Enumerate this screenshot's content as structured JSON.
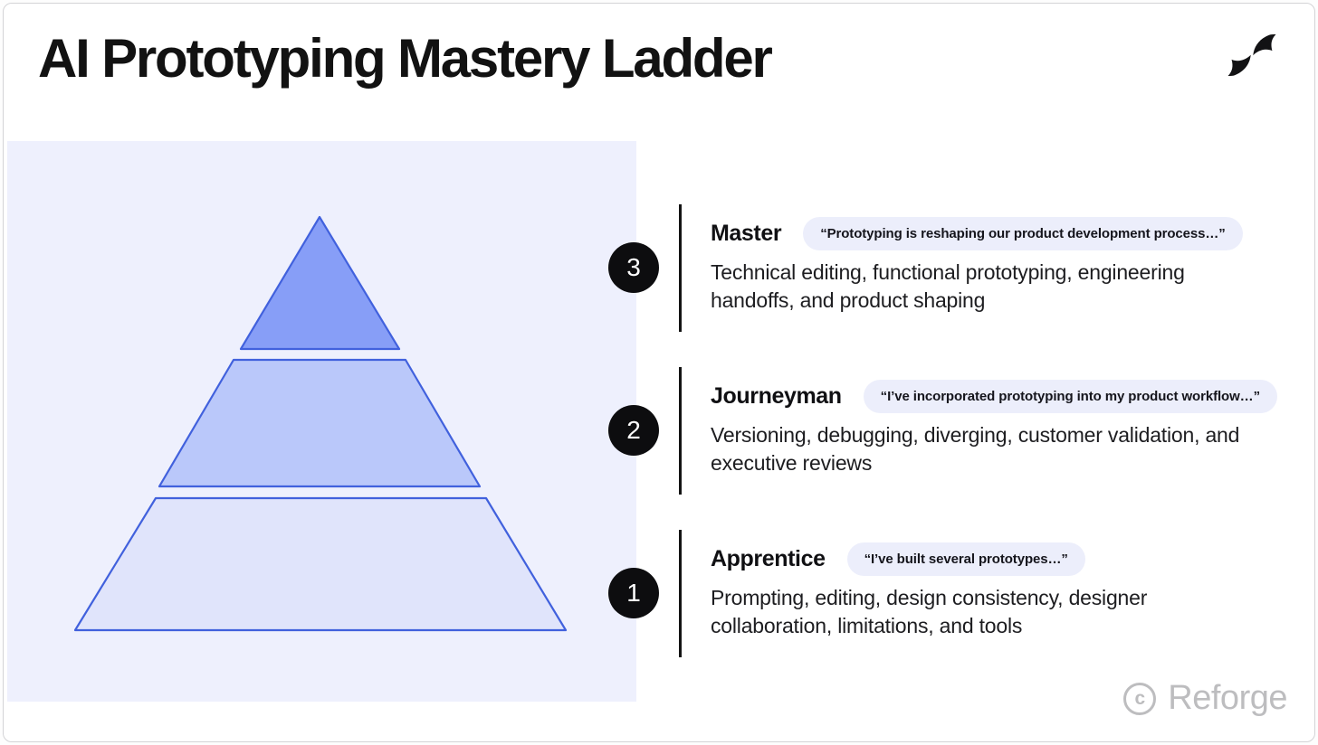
{
  "page": {
    "title": "AI Prototyping Mastery Ladder"
  },
  "colors": {
    "panel_bg": "#eef0fd",
    "pyramid_stroke": "#4161dd",
    "pill_bg": "#eceefb",
    "badge_bg": "#0d0d0f",
    "watermark_color": "#bdbdbf"
  },
  "pyramid": {
    "layers": [
      {
        "level": "3",
        "fill": "#879ef7"
      },
      {
        "level": "2",
        "fill": "#bac8fa"
      },
      {
        "level": "1",
        "fill": "#e0e4fb"
      }
    ]
  },
  "levels": [
    {
      "number": "3",
      "name": "Master",
      "quote": "“Prototyping is reshaping our product development process…”",
      "description": "Technical editing, functional prototyping, engineering handoffs, and product shaping"
    },
    {
      "number": "2",
      "name": "Journeyman",
      "quote": "“I’ve incorporated prototyping into my product workflow…”",
      "description": "Versioning, debugging, diverging, customer validation, and executive reviews"
    },
    {
      "number": "1",
      "name": "Apprentice",
      "quote": "“I’ve built several prototypes…”",
      "description": "Prompting, editing, design consistency, designer collaboration, limitations, and tools"
    }
  ],
  "watermark": {
    "symbol": "c",
    "text": "Reforge"
  }
}
